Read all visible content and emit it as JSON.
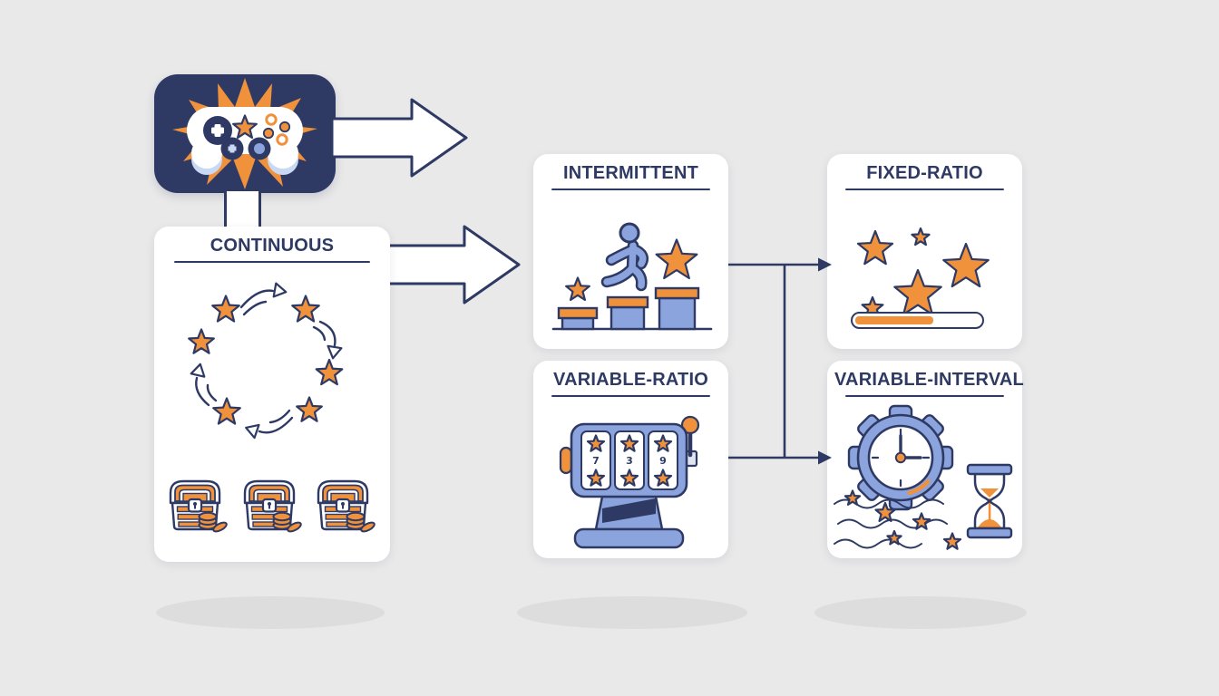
{
  "palette": {
    "background": "#e9e9e9",
    "navy": "#2e3a64",
    "orange": "#f0913c",
    "periwinkle": "#8ca4de",
    "light_blue": "#c9d8f3",
    "card_white": "#ffffff",
    "ground_shadow": "#dddddd"
  },
  "source_node": {
    "icon": "game-controller-icon"
  },
  "cards": {
    "continuous": {
      "title": "CONTINUOUS",
      "icons": [
        "reward-cycle-icon",
        "treasure-chests-icon"
      ]
    },
    "intermittent": {
      "title": "INTERMITTENT",
      "icons": [
        "runner-podium-icon"
      ]
    },
    "variable_ratio": {
      "title": "VARIABLE-RATIO",
      "icons": [
        "slot-machine-icon"
      ]
    },
    "fixed_ratio": {
      "title": "FIXED-RATIO",
      "icons": [
        "stars-icon",
        "progress-bar-icon"
      ],
      "progress_percent": 63
    },
    "variable_interval": {
      "title": "VARIABLE-INTERVAL",
      "icons": [
        "gear-clock-icon",
        "hourglass-icon",
        "sparkle-waves-icon"
      ]
    }
  },
  "slot_machine": {
    "reels": [
      "7",
      "3",
      "9"
    ]
  }
}
